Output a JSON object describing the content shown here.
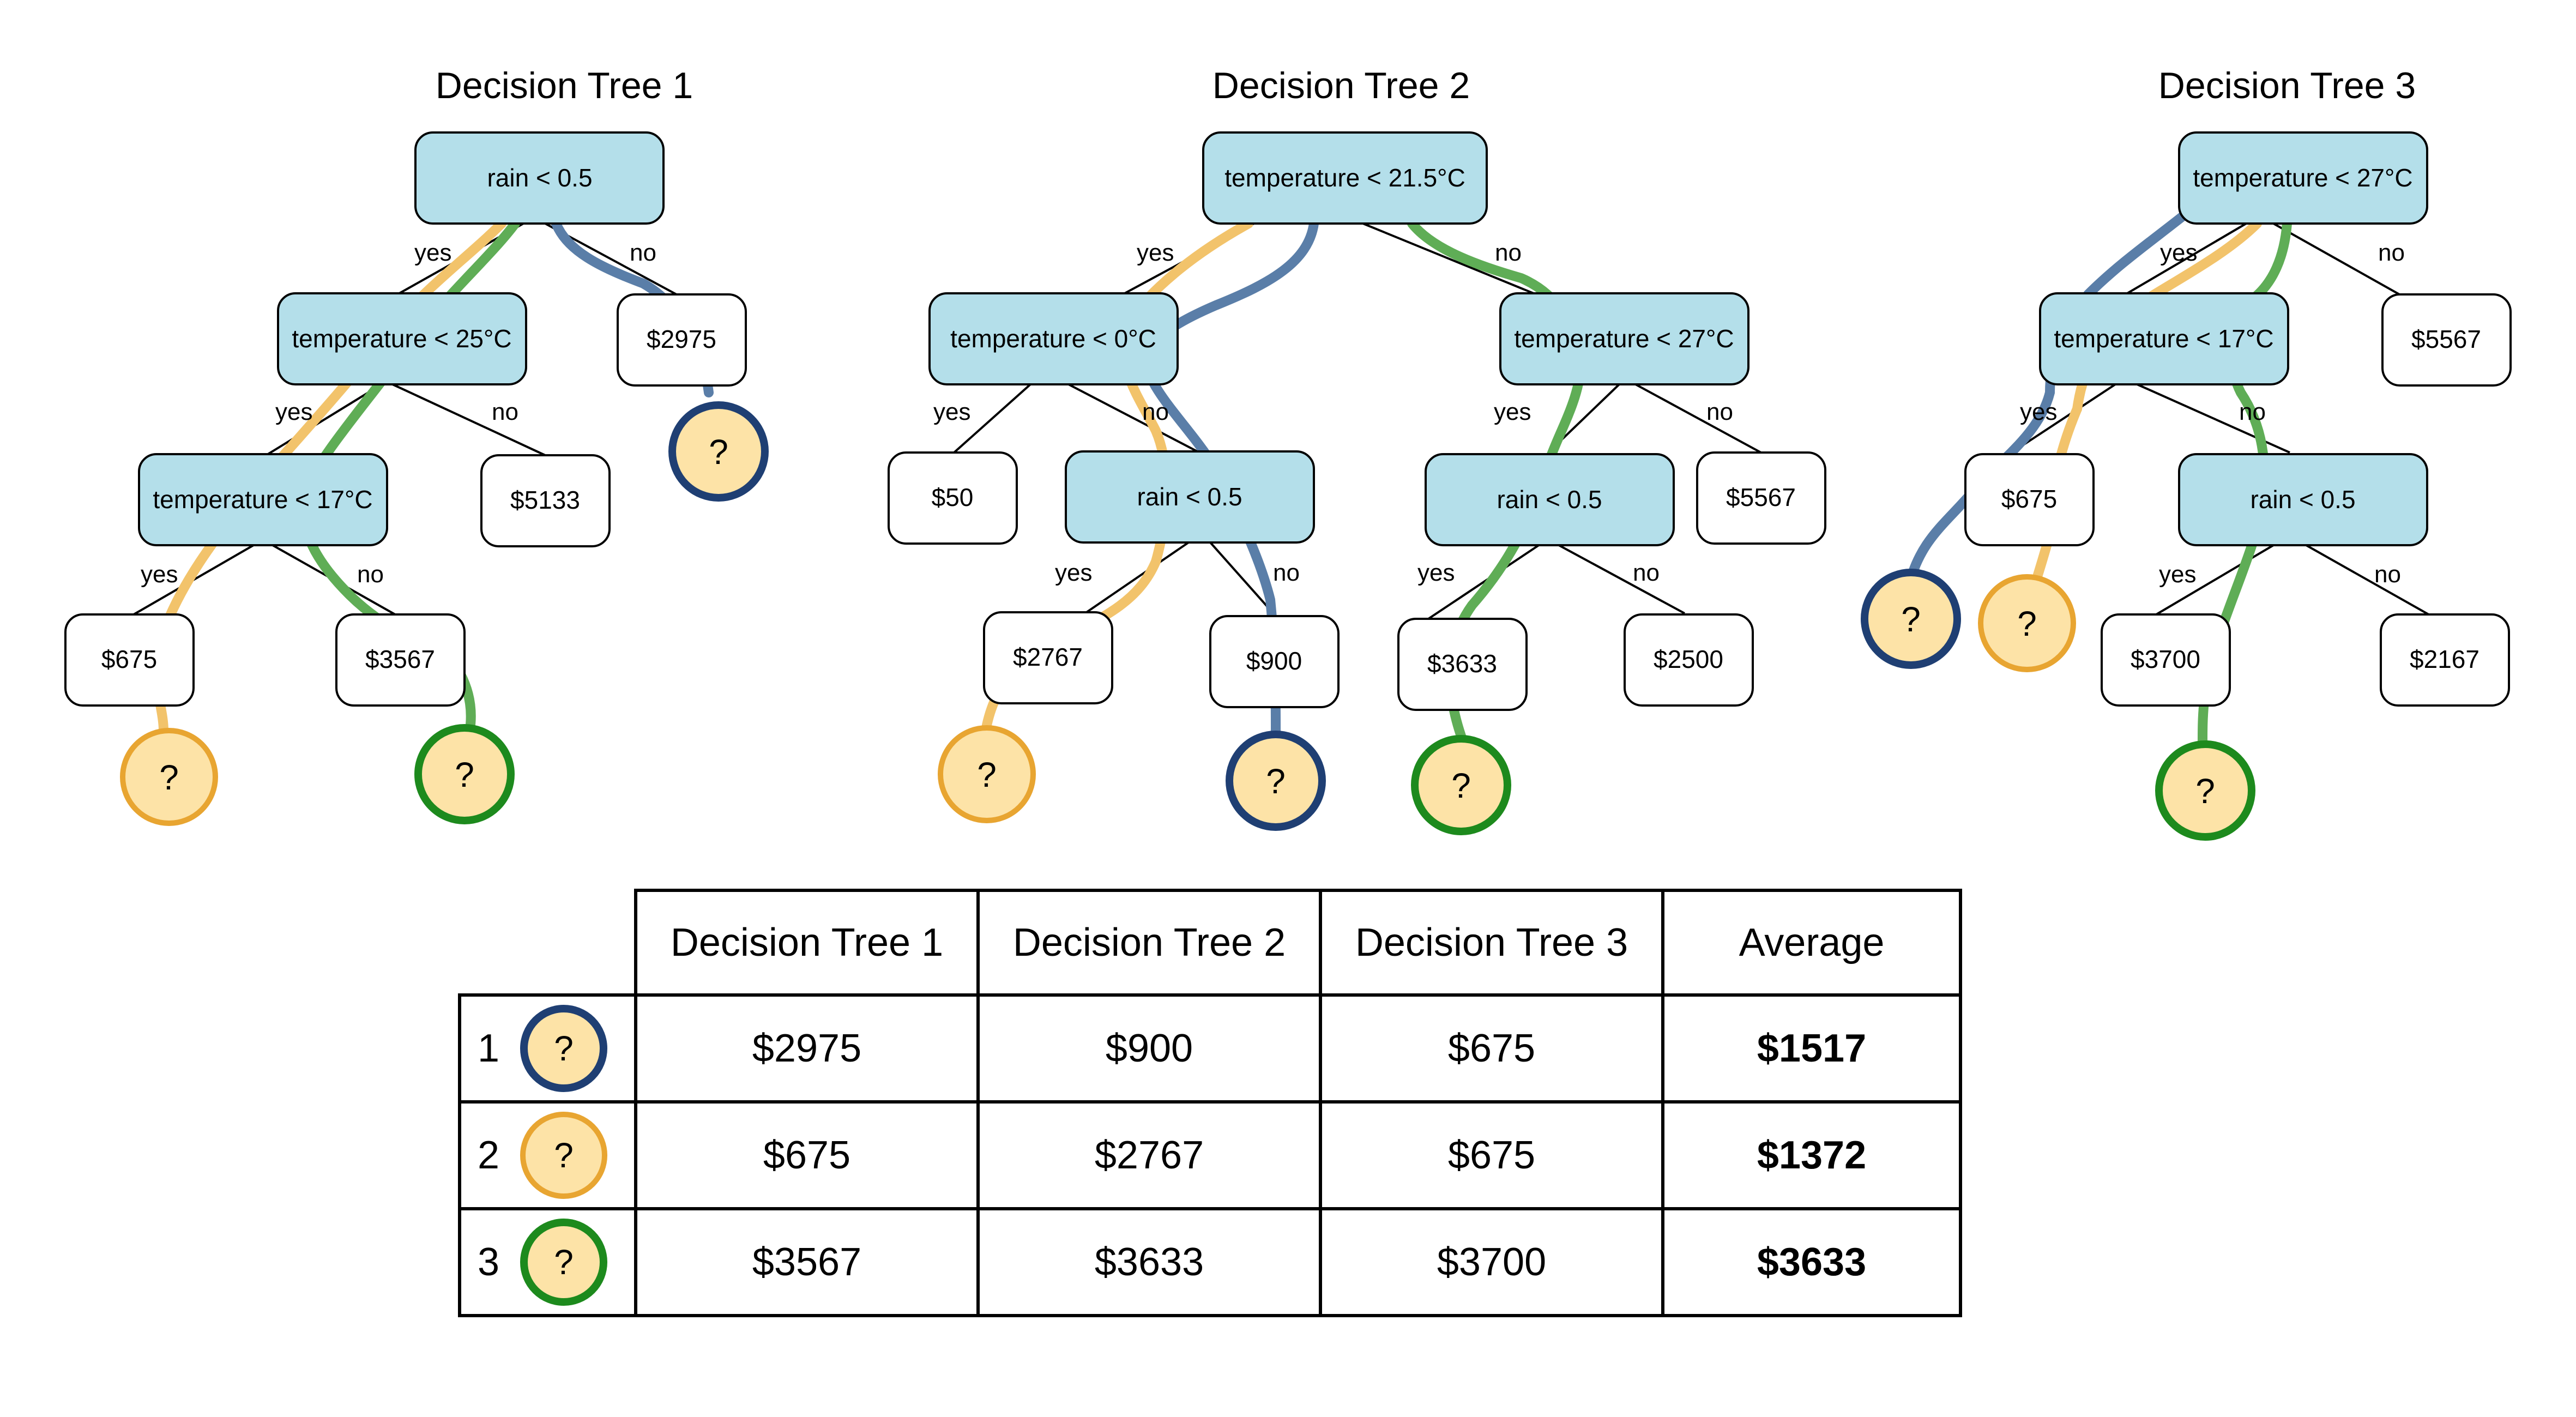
{
  "trees": [
    {
      "title": "Decision Tree 1",
      "yes": "yes",
      "no": "no",
      "nodes": {
        "root": "rain < 0.5",
        "n1": "temperature < 25°C",
        "n2": "temperature < 17°C",
        "leaf_2975": "$2975",
        "leaf_5133": "$5133",
        "leaf_675": "$675",
        "leaf_3567": "$3567"
      },
      "question": "?"
    },
    {
      "title": "Decision Tree 2",
      "yes": "yes",
      "no": "no",
      "nodes": {
        "root": "temperature < 21.5°C",
        "n1": "temperature < 0°C",
        "n2": "temperature < 27°C",
        "n3": "rain < 0.5",
        "n4": "rain < 0.5",
        "leaf_50": "$50",
        "leaf_5567": "$5567",
        "leaf_2767": "$2767",
        "leaf_900": "$900",
        "leaf_3633": "$3633",
        "leaf_2500": "$2500"
      },
      "question": "?"
    },
    {
      "title": "Decision Tree 3",
      "yes": "yes",
      "no": "no",
      "nodes": {
        "root": "temperature < 27°C",
        "n1": "temperature < 17°C",
        "n2": "rain < 0.5",
        "leaf_5567": "$5567",
        "leaf_675": "$675",
        "leaf_3700": "$3700",
        "leaf_2167": "$2167"
      },
      "question": "?"
    }
  ],
  "colors": {
    "blue_sample": "#1f3f73",
    "orange_sample": "#e8a531",
    "green_sample": "#1d8a1d",
    "node_fill": "#b4dfea",
    "question_fill": "#fde3a7"
  },
  "table": {
    "headers": [
      "Decision Tree 1",
      "Decision Tree 2",
      "Decision Tree 3",
      "Average"
    ],
    "rows": [
      {
        "num": "1",
        "q": "?",
        "values": [
          "$2975",
          "$900",
          "$675"
        ],
        "average": "$1517"
      },
      {
        "num": "2",
        "q": "?",
        "values": [
          "$675",
          "$2767",
          "$675"
        ],
        "average": "$1372"
      },
      {
        "num": "3",
        "q": "?",
        "values": [
          "$3567",
          "$3633",
          "$3700"
        ],
        "average": "$3633"
      }
    ]
  }
}
